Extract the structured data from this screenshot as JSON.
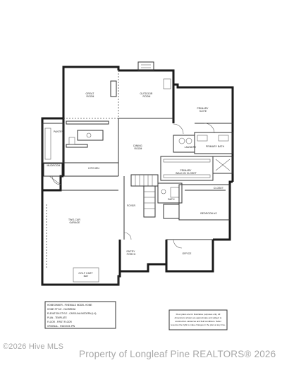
{
  "plan": {
    "rooms": {
      "great_room": [
        "GREAT",
        "ROOM"
      ],
      "outdoor_room": [
        "OUTDOOR",
        "ROOM"
      ],
      "primary_suite": [
        "PRIMARY",
        "SUITE"
      ],
      "pantry": "PANTRY",
      "kitchen": "KITCHEN",
      "dining_room": [
        "DINING",
        "ROOM"
      ],
      "laundry": "LAUNDRY",
      "primary_bath": "PRIMARY BATH",
      "mudroom": "MUDROOM",
      "primary_walkin_closet": [
        "PRIMARY",
        "WALK-IN CLOSET"
      ],
      "closet": "CLOSET",
      "foyer": "FOYER",
      "bath": "BATH",
      "bedroom": "BEDROOM #2",
      "garage": [
        "TWO-CAR",
        "GARAGE"
      ],
      "entry_porch": [
        "ENTRY",
        "PORCH"
      ],
      "office": "OFFICE",
      "golf_cart_bay": [
        "GOLF CART",
        "BAY"
      ]
    },
    "title_block": [
      "HOMEOWNER - FINEWALD MODEL HOME",
      "HOME STYLE - DAYBREAK",
      "ELEVATION STYLE - CAROLINA MODERN (LH)",
      "PLAN - TEMPLATE",
      "FLOOR - FIRST FLOOR",
      "ORIGINAL - 9/16/2023 JPN"
    ],
    "disclaimer": [
      "Floor plans are for illustrative purposes only. All",
      "dimensions shown are approximate and subject to",
      "construction variances and field conditions. Seller",
      "reserves the right to make changes in the plan at any time."
    ]
  },
  "watermarks": {
    "mls": "©2026 Hive MLS",
    "copyright": "Property of Longleaf Pine REALTORS® 2026"
  }
}
